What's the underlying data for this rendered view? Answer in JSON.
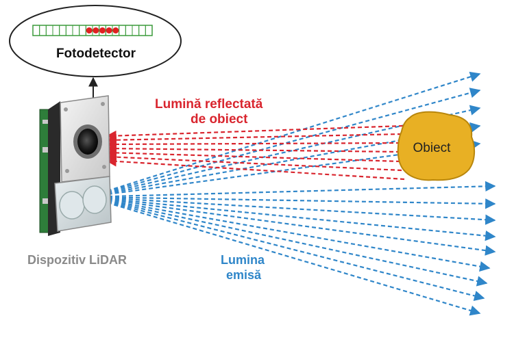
{
  "photodetector": {
    "label": "Fotodetector",
    "segments_total": 18,
    "segments_active_from": 8,
    "segments_active_to": 12,
    "segment_color": "#3a9a3a",
    "dot_color": "#e02020"
  },
  "device": {
    "label": "Dispozitiv LiDAR",
    "label_color": "#8a8a8a"
  },
  "reflected": {
    "line1": "Lumină  reflectată",
    "line2": "de  obiect",
    "color": "#d9252e"
  },
  "emitted": {
    "line1": "Lumina",
    "line2": "emisă",
    "color": "#2f86c9"
  },
  "object": {
    "label": "Obiect",
    "color": "#e8b024"
  }
}
